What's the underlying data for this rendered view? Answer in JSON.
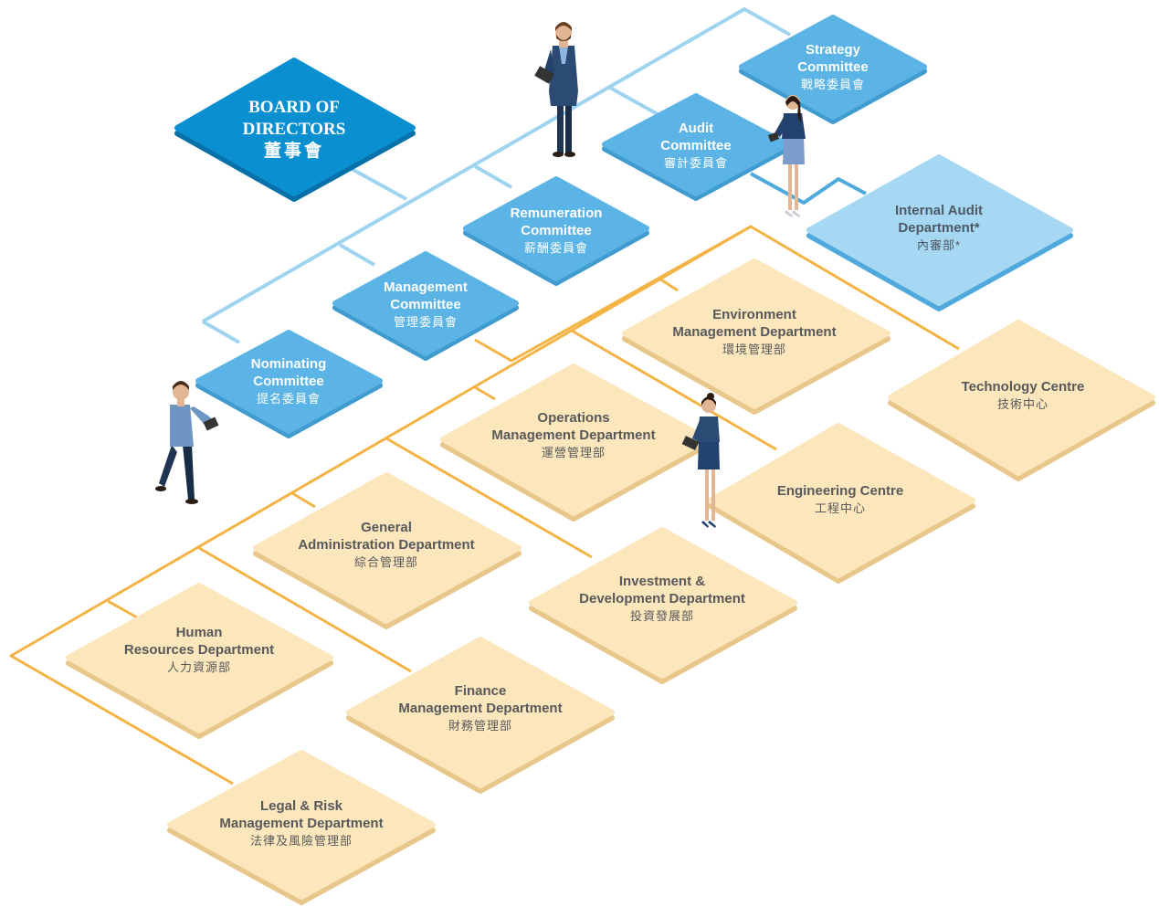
{
  "colors": {
    "board": "#0a8fd1",
    "committee": "#5bb4e5",
    "internal_audit": "#a7d8f3",
    "department": "#fce6bc",
    "blue_line": "#9fd4f0",
    "orange_line": "#f3b445"
  },
  "nodes": {
    "board": {
      "line1": "BOARD OF",
      "line2": "DIRECTORS",
      "zh": "董事會"
    },
    "strategy": {
      "line1": "Strategy",
      "line2": "Committee",
      "zh": "戰略委員會"
    },
    "audit": {
      "line1": "Audit",
      "line2": "Committee",
      "zh": "審計委員會"
    },
    "remuneration": {
      "line1": "Remuneration",
      "line2": "Committee",
      "zh": "薪酬委員會"
    },
    "management": {
      "line1": "Management",
      "line2": "Committee",
      "zh": "管理委員會"
    },
    "nominating": {
      "line1": "Nominating",
      "line2": "Committee",
      "zh": "提名委員會"
    },
    "internal_audit": {
      "line1": "Internal Audit",
      "line2": "Department*",
      "zh": "內審部*"
    },
    "environment": {
      "line1": "Environment",
      "line2": "Management Department",
      "zh": "環境管理部"
    },
    "technology": {
      "line1": "Technology Centre",
      "zh": "技術中心"
    },
    "operations": {
      "line1": "Operations",
      "line2": "Management Department",
      "zh": "運營管理部"
    },
    "engineering": {
      "line1": "Engineering Centre",
      "zh": "工程中心"
    },
    "general_admin": {
      "line1": "General",
      "line2": "Administration Department",
      "zh": "綜合管理部"
    },
    "investment": {
      "line1": "Investment &",
      "line2": "Development Department",
      "zh": "投資發展部"
    },
    "human_resources": {
      "line1": "Human",
      "line2": "Resources Department",
      "zh": "人力資源部"
    },
    "finance": {
      "line1": "Finance",
      "line2": "Management Department",
      "zh": "財務管理部"
    },
    "legal_risk": {
      "line1": "Legal & Risk",
      "line2": "Management Department",
      "zh": "法律及風險管理部"
    }
  }
}
